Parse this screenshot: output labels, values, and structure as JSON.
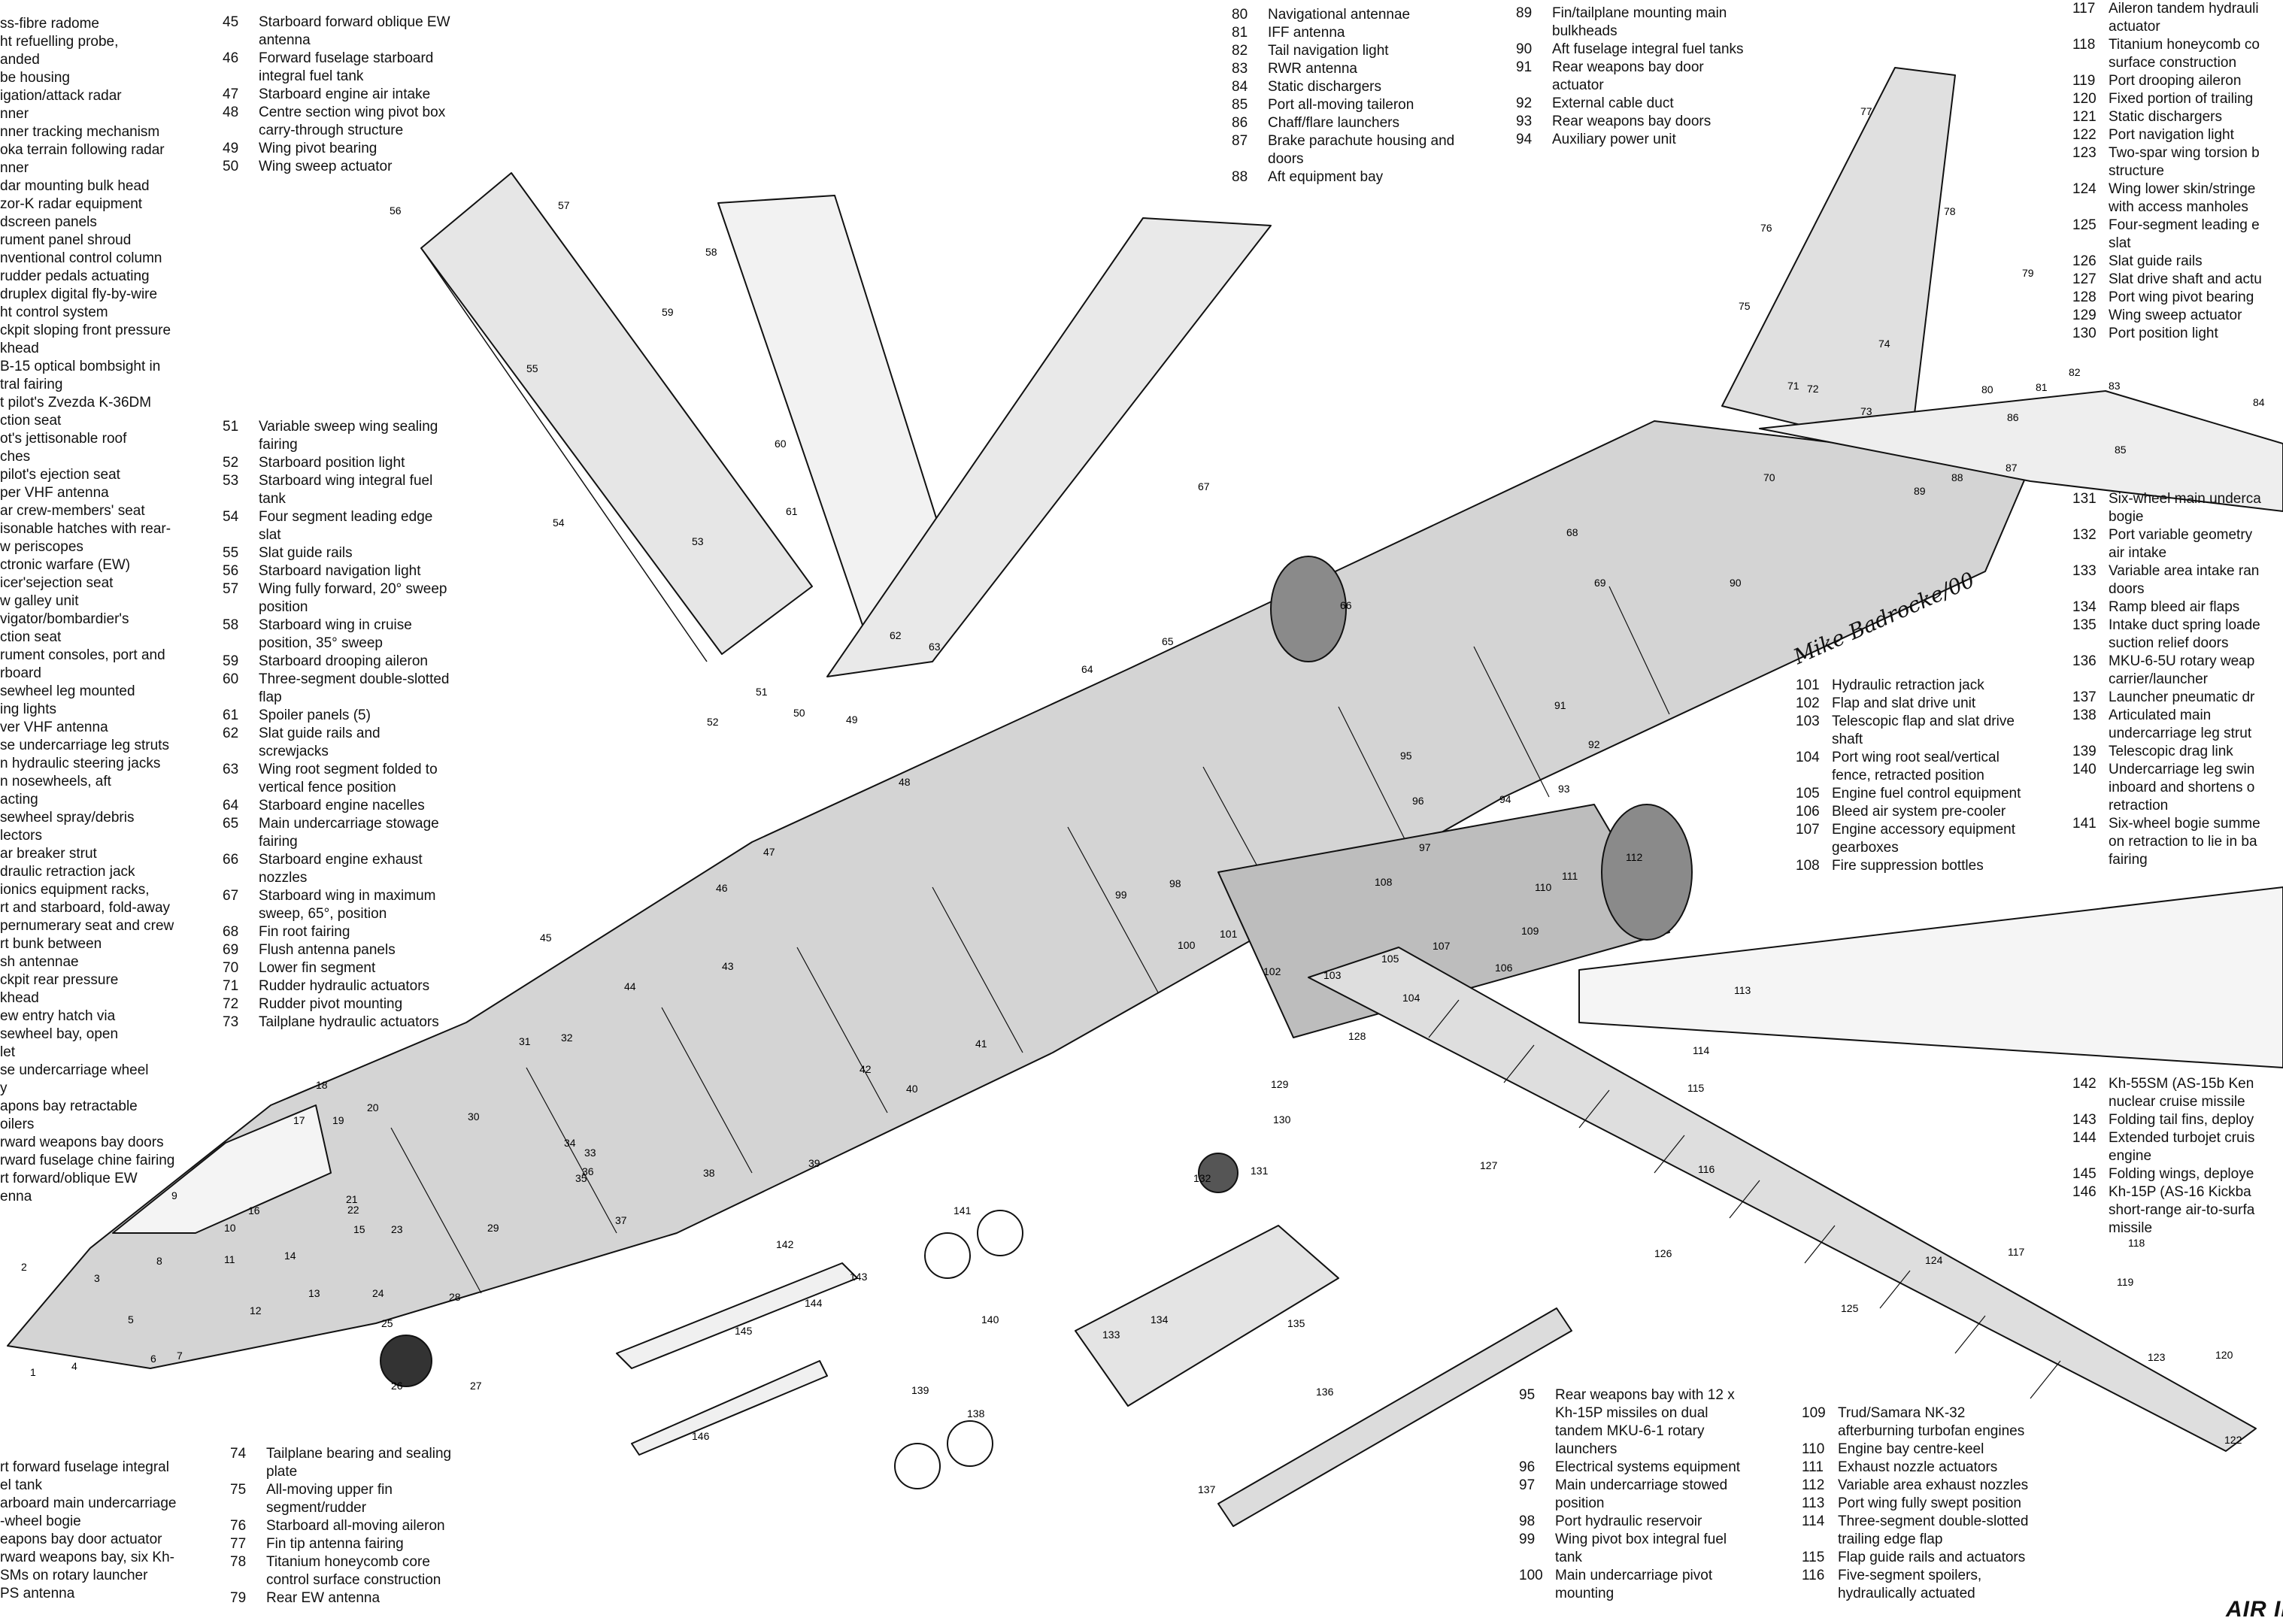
{
  "legend_left_1": [
    "ss-fibre radome",
    "ht refuelling probe,",
    "anded",
    "be housing",
    "igation/attack radar",
    "nner",
    "nner tracking mechanism",
    "oka terrain following radar",
    "nner",
    "dar mounting bulk head",
    "zor-K radar equipment",
    "dscreen panels",
    "rument panel shroud",
    "nventional control column",
    "rudder pedals actuating",
    "druplex digital fly-by-wire",
    "ht control system",
    "ckpit sloping front pressure",
    "khead",
    "B-15 optical bombsight in",
    "tral fairing",
    "t pilot's Zvezda K-36DM",
    "ction seat",
    "ot's jettisonable roof",
    "ches",
    "pilot's ejection seat",
    "per VHF antenna",
    "ar crew-members' seat",
    "isonable hatches with rear-",
    "w periscopes",
    "ctronic warfare (EW)",
    "icer'sejection seat",
    "w galley unit",
    "vigator/bombardier's",
    "ction seat",
    "rument consoles, port and",
    "rboard",
    "sewheel leg mounted",
    "ing lights",
    "ver VHF antenna",
    "se undercarriage leg struts",
    "n hydraulic steering jacks",
    "n nosewheels, aft",
    "acting",
    "sewheel spray/debris",
    "lectors",
    "ar breaker strut",
    "draulic retraction jack",
    "ionics equipment racks,",
    "rt and starboard, fold-away",
    "pernumerary seat and crew",
    "rt bunk between",
    "sh antennae",
    "ckpit rear pressure",
    "khead",
    "ew entry hatch via",
    "sewheel bay, open",
    "let",
    "se undercarriage wheel",
    "y",
    "apons bay retractable",
    "oilers",
    "rward weapons bay doors",
    "rward fuselage chine fairing",
    "rt forward/oblique EW",
    "enna"
  ],
  "legend_left_2": [
    "rt forward fuselage integral",
    "el tank",
    "arboard main undercarriage",
    "-wheel bogie",
    "eapons bay door actuator",
    "rward weapons bay, six Kh-",
    "SMs on rotary launcher",
    "PS antenna"
  ],
  "legend_45_50": [
    {
      "n": "45",
      "t": "Starboard forward oblique EW"
    },
    {
      "n": "",
      "t": "antenna"
    },
    {
      "n": "46",
      "t": "Forward fuselage starboard"
    },
    {
      "n": "",
      "t": "integral fuel tank"
    },
    {
      "n": "47",
      "t": "Starboard engine air intake"
    },
    {
      "n": "48",
      "t": "Centre section wing pivot box"
    },
    {
      "n": "",
      "t": "carry-through structure"
    },
    {
      "n": "49",
      "t": "Wing pivot bearing"
    },
    {
      "n": "50",
      "t": "Wing sweep actuator"
    }
  ],
  "legend_51_73": [
    {
      "n": "51",
      "t": "Variable sweep wing sealing"
    },
    {
      "n": "",
      "t": "fairing"
    },
    {
      "n": "52",
      "t": "Starboard position light"
    },
    {
      "n": "53",
      "t": "Starboard wing integral fuel"
    },
    {
      "n": "",
      "t": "tank"
    },
    {
      "n": "54",
      "t": "Four segment leading edge"
    },
    {
      "n": "",
      "t": "slat"
    },
    {
      "n": "55",
      "t": "Slat guide rails"
    },
    {
      "n": "56",
      "t": "Starboard navigation light"
    },
    {
      "n": "57",
      "t": "Wing fully forward, 20° sweep"
    },
    {
      "n": "",
      "t": "position"
    },
    {
      "n": "58",
      "t": "Starboard wing in cruise"
    },
    {
      "n": "",
      "t": "position, 35° sweep"
    },
    {
      "n": "59",
      "t": "Starboard drooping aileron"
    },
    {
      "n": "60",
      "t": "Three-segment double-slotted"
    },
    {
      "n": "",
      "t": "flap"
    },
    {
      "n": "61",
      "t": "Spoiler panels (5)"
    },
    {
      "n": "62",
      "t": "Slat guide rails and"
    },
    {
      "n": "",
      "t": "screwjacks"
    },
    {
      "n": "63",
      "t": "Wing root segment folded to"
    },
    {
      "n": "",
      "t": "vertical fence position"
    },
    {
      "n": "64",
      "t": "Starboard engine nacelles"
    },
    {
      "n": "65",
      "t": "Main undercarriage stowage"
    },
    {
      "n": "",
      "t": "fairing"
    },
    {
      "n": "66",
      "t": "Starboard engine exhaust"
    },
    {
      "n": "",
      "t": "nozzles"
    },
    {
      "n": "67",
      "t": "Starboard wing in maximum"
    },
    {
      "n": "",
      "t": "sweep, 65°, position"
    },
    {
      "n": "68",
      "t": "Fin root fairing"
    },
    {
      "n": "69",
      "t": "Flush antenna panels"
    },
    {
      "n": "70",
      "t": "Lower fin segment"
    },
    {
      "n": "71",
      "t": "Rudder hydraulic actuators"
    },
    {
      "n": "72",
      "t": "Rudder pivot mounting"
    },
    {
      "n": "73",
      "t": "Tailplane hydraulic actuators"
    }
  ],
  "legend_74_79": [
    {
      "n": "74",
      "t": "Tailplane bearing and sealing"
    },
    {
      "n": "",
      "t": "plate"
    },
    {
      "n": "75",
      "t": "All-moving upper fin"
    },
    {
      "n": "",
      "t": "segment/rudder"
    },
    {
      "n": "76",
      "t": "Starboard all-moving aileron"
    },
    {
      "n": "77",
      "t": "Fin tip antenna fairing"
    },
    {
      "n": "78",
      "t": "Titanium honeycomb core"
    },
    {
      "n": "",
      "t": "control surface construction"
    },
    {
      "n": "79",
      "t": "Rear EW antenna"
    }
  ],
  "legend_80_88": [
    {
      "n": "80",
      "t": "Navigational antennae"
    },
    {
      "n": "81",
      "t": "IFF antenna"
    },
    {
      "n": "82",
      "t": "Tail navigation light"
    },
    {
      "n": "83",
      "t": "RWR antenna"
    },
    {
      "n": "84",
      "t": "Static dischargers"
    },
    {
      "n": "85",
      "t": "Port all-moving taileron"
    },
    {
      "n": "86",
      "t": "Chaff/flare launchers"
    },
    {
      "n": "87",
      "t": "Brake parachute housing and"
    },
    {
      "n": "",
      "t": "doors"
    },
    {
      "n": "88",
      "t": "Aft equipment bay"
    }
  ],
  "legend_89_94": [
    {
      "n": "89",
      "t": "Fin/tailplane mounting main"
    },
    {
      "n": "",
      "t": "bulkheads"
    },
    {
      "n": "90",
      "t": "Aft fuselage integral fuel tanks"
    },
    {
      "n": "91",
      "t": "Rear weapons bay door"
    },
    {
      "n": "",
      "t": "actuator"
    },
    {
      "n": "92",
      "t": "External cable duct"
    },
    {
      "n": "93",
      "t": "Rear weapons bay doors"
    },
    {
      "n": "94",
      "t": "Auxiliary power unit"
    }
  ],
  "legend_117_130": [
    {
      "n": "117",
      "t": "Aileron tandem hydrauli"
    },
    {
      "n": "",
      "t": "actuator"
    },
    {
      "n": "118",
      "t": "Titanium honeycomb co"
    },
    {
      "n": "",
      "t": "surface construction"
    },
    {
      "n": "119",
      "t": "Port drooping aileron"
    },
    {
      "n": "120",
      "t": "Fixed portion of trailing"
    },
    {
      "n": "121",
      "t": "Static dischargers"
    },
    {
      "n": "122",
      "t": "Port navigation light"
    },
    {
      "n": "123",
      "t": "Two-spar wing torsion b"
    },
    {
      "n": "",
      "t": "structure"
    },
    {
      "n": "124",
      "t": "Wing lower skin/stringe"
    },
    {
      "n": "",
      "t": "with access manholes"
    },
    {
      "n": "125",
      "t": "Four-segment leading e"
    },
    {
      "n": "",
      "t": "slat"
    },
    {
      "n": "126",
      "t": "Slat guide rails"
    },
    {
      "n": "127",
      "t": "Slat drive shaft and actu"
    },
    {
      "n": "128",
      "t": "Port wing pivot bearing"
    },
    {
      "n": "129",
      "t": "Wing sweep actuator"
    },
    {
      "n": "130",
      "t": "Port position light"
    }
  ],
  "legend_131_141": [
    {
      "n": "131",
      "t": "Six-wheel main underca"
    },
    {
      "n": "",
      "t": "bogie"
    },
    {
      "n": "132",
      "t": "Port variable geometry"
    },
    {
      "n": "",
      "t": "air intake"
    },
    {
      "n": "133",
      "t": "Variable area intake ran"
    },
    {
      "n": "",
      "t": "doors"
    },
    {
      "n": "134",
      "t": "Ramp bleed air flaps"
    },
    {
      "n": "135",
      "t": "Intake duct spring loade"
    },
    {
      "n": "",
      "t": "suction relief doors"
    },
    {
      "n": "136",
      "t": "MKU-6-5U rotary weap"
    },
    {
      "n": "",
      "t": "carrier/launcher"
    },
    {
      "n": "137",
      "t": "Launcher pneumatic dr"
    },
    {
      "n": "138",
      "t": "Articulated main"
    },
    {
      "n": "",
      "t": "undercarriage leg strut"
    },
    {
      "n": "139",
      "t": "Telescopic drag link"
    },
    {
      "n": "140",
      "t": "Undercarriage leg swin"
    },
    {
      "n": "",
      "t": "inboard and shortens o"
    },
    {
      "n": "",
      "t": "retraction"
    },
    {
      "n": "141",
      "t": "Six-wheel bogie summe"
    },
    {
      "n": "",
      "t": "on retraction to lie in ba"
    },
    {
      "n": "",
      "t": "fairing"
    }
  ],
  "legend_101_108": [
    {
      "n": "101",
      "t": "Hydraulic retraction jack"
    },
    {
      "n": "102",
      "t": "Flap and slat drive unit"
    },
    {
      "n": "103",
      "t": "Telescopic flap and slat drive"
    },
    {
      "n": "",
      "t": "shaft"
    },
    {
      "n": "104",
      "t": "Port wing root seal/vertical"
    },
    {
      "n": "",
      "t": "fence, retracted position"
    },
    {
      "n": "105",
      "t": "Engine fuel control equipment"
    },
    {
      "n": "106",
      "t": "Bleed air system pre-cooler"
    },
    {
      "n": "107",
      "t": "Engine accessory equipment"
    },
    {
      "n": "",
      "t": "gearboxes"
    },
    {
      "n": "108",
      "t": "Fire suppression bottles"
    }
  ],
  "legend_142_146": [
    {
      "n": "142",
      "t": "Kh-55SM (AS-15b Ken"
    },
    {
      "n": "",
      "t": "nuclear cruise missile"
    },
    {
      "n": "143",
      "t": "Folding tail fins, deploy"
    },
    {
      "n": "144",
      "t": "Extended turbojet cruis"
    },
    {
      "n": "",
      "t": "engine"
    },
    {
      "n": "145",
      "t": "Folding wings, deploye"
    },
    {
      "n": "146",
      "t": "Kh-15P (AS-16 Kickba"
    },
    {
      "n": "",
      "t": "short-range air-to-surfa"
    },
    {
      "n": "",
      "t": "missile"
    }
  ],
  "legend_95_100": [
    {
      "n": "95",
      "t": "Rear weapons bay with 12 x"
    },
    {
      "n": "",
      "t": "Kh-15P missiles on dual"
    },
    {
      "n": "",
      "t": "tandem MKU-6-1 rotary"
    },
    {
      "n": "",
      "t": "launchers"
    },
    {
      "n": "96",
      "t": "Electrical systems equipment"
    },
    {
      "n": "97",
      "t": "Main undercarriage stowed"
    },
    {
      "n": "",
      "t": "position"
    },
    {
      "n": "98",
      "t": "Port hydraulic reservoir"
    },
    {
      "n": "99",
      "t": "Wing pivot box integral fuel"
    },
    {
      "n": "",
      "t": "tank"
    },
    {
      "n": "100",
      "t": "Main undercarriage pivot"
    },
    {
      "n": "",
      "t": "mounting"
    }
  ],
  "legend_109_116": [
    {
      "n": "109",
      "t": "Trud/Samara NK-32"
    },
    {
      "n": "",
      "t": "afterburning turbofan engines"
    },
    {
      "n": "110",
      "t": "Engine bay centre-keel"
    },
    {
      "n": "111",
      "t": "Exhaust nozzle actuators"
    },
    {
      "n": "112",
      "t": "Variable area exhaust nozzles"
    },
    {
      "n": "113",
      "t": "Port wing fully swept position"
    },
    {
      "n": "114",
      "t": "Three-segment double-slotted"
    },
    {
      "n": "",
      "t": "trailing edge flap"
    },
    {
      "n": "115",
      "t": "Flap guide rails and actuators"
    },
    {
      "n": "116",
      "t": "Five-segment spoilers,"
    },
    {
      "n": "",
      "t": "hydraulically actuated"
    }
  ],
  "callouts": [
    "1",
    "2",
    "3",
    "4",
    "5",
    "6",
    "7",
    "8",
    "9",
    "10",
    "11",
    "12",
    "13",
    "14",
    "15",
    "16",
    "17",
    "18",
    "19",
    "20",
    "21",
    "22",
    "23",
    "24",
    "25",
    "26",
    "27",
    "28",
    "29",
    "30",
    "31",
    "32",
    "33",
    "34",
    "35",
    "36",
    "37",
    "38",
    "39",
    "40",
    "41",
    "42",
    "43",
    "44",
    "45",
    "46",
    "47",
    "48",
    "49",
    "50",
    "51",
    "52",
    "53",
    "54",
    "55",
    "56",
    "57",
    "58",
    "59",
    "60",
    "61",
    "62",
    "63",
    "64",
    "65",
    "66",
    "67",
    "68",
    "69",
    "70",
    "71",
    "72",
    "73",
    "74",
    "75",
    "76",
    "77",
    "78",
    "79",
    "80",
    "81",
    "82",
    "83",
    "84",
    "85",
    "86",
    "87",
    "88",
    "89",
    "90",
    "91",
    "92",
    "93",
    "94",
    "95",
    "96",
    "97",
    "98",
    "99",
    "100",
    "101",
    "102",
    "103",
    "104",
    "105",
    "106",
    "107",
    "108",
    "109",
    "110",
    "111",
    "112",
    "113",
    "114",
    "115",
    "116",
    "117",
    "118",
    "119",
    "120",
    "122",
    "123",
    "124",
    "125",
    "126",
    "127",
    "128",
    "129",
    "130",
    "131",
    "132",
    "133",
    "134",
    "135",
    "136",
    "137",
    "138",
    "139",
    "140",
    "141",
    "142",
    "143",
    "144",
    "145",
    "146"
  ],
  "signature": "Mike Badrocke/00",
  "logo": "AIR International",
  "colors": {
    "ink": "#111111",
    "skin_shade": "#c8c8c8",
    "light_shade": "#e2e2e2",
    "dark_shade": "#555555"
  }
}
